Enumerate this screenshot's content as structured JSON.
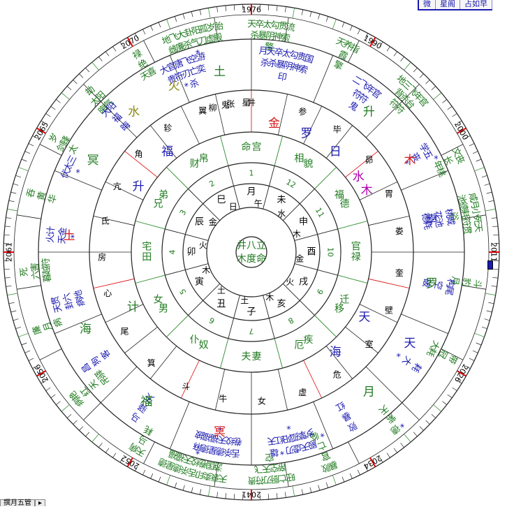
{
  "toolbar": {
    "items": [
      "微",
      "星阁",
      "占如早"
    ]
  },
  "status": {
    "items": [
      "撰月五管",
      "▸"
    ]
  },
  "colors": {
    "ring": "#222222",
    "green": "#1f7a1f",
    "blue": "#1a1ab0",
    "red": "#d81818",
    "purple": "#b000b0",
    "olive": "#8a8a10",
    "black": "#000000",
    "tick_red": "#e00000",
    "tick_green": "#2a8a2a"
  },
  "years": [
    {
      "label": "1976",
      "angle": 0
    },
    {
      "label": "1990",
      "angle": 30
    },
    {
      "label": "2000",
      "angle": 60
    },
    {
      "label": "2011",
      "angle": 90
    },
    {
      "label": "2026",
      "angle": 120
    },
    {
      "label": "2034",
      "angle": 150
    },
    {
      "label": "2041",
      "angle": 180
    },
    {
      "label": "2052",
      "angle": 210
    },
    {
      "label": "2056",
      "angle": 240
    },
    {
      "label": "2061",
      "angle": 270
    },
    {
      "label": "2065",
      "angle": 300
    },
    {
      "label": "2070",
      "angle": 330
    }
  ],
  "outer_sectors": [
    {
      "a": 5,
      "lines": [
        "天卒太勾贯流",
        "杀暴阴神索",
        "擎"
      ]
    },
    {
      "a": 25,
      "lines": [
        "天养指",
        "霞",
        "擎"
      ]
    },
    {
      "a": 45,
      "lines": [
        "地三飞年官",
        "背杀台",
        "符符"
      ]
    },
    {
      "a": 65,
      "lines": [
        "文丧",
        "长",
        "*年桃"
      ]
    },
    {
      "a": 80,
      "lines": [
        "咸月小死天",
        "池德耗符贯",
        "浴"
      ]
    },
    {
      "a": 98,
      "lines": [
        "斗",
        "豹",
        "月"
      ]
    },
    {
      "a": 118,
      "lines": [
        "带",
        "冠",
        "大耗"
      ]
    },
    {
      "a": 140,
      "lines": [
        "*德",
        "紫",
        "天"
      ]
    },
    {
      "a": 160,
      "lines": [
        "暴败",
        "官",
        "亡",
        "*临"
      ]
    },
    {
      "a": 175,
      "lines": [
        "旺亡厨刃符贵",
        "帝空天飞",
        "空"
      ]
    },
    {
      "a": 195,
      "lines": [
        "天衰卖印舌杀德星德",
        "游国卷绞天福福",
        "*"
      ]
    },
    {
      "a": 210,
      "lines": [
        "天病",
        "马",
        "耗"
      ]
    },
    {
      "a": 230,
      "lines": [
        "病艳",
        "红",
        "天",
        "吊驿"
      ]
    },
    {
      "a": 250,
      "lines": [
        "廉",
        "月",
        "病"
      ]
    },
    {
      "a": 265,
      "lines": [
        "死",
        "六害",
        "暮越符"
      ]
    },
    {
      "a": 285,
      "lines": [
        "吞",
        "黄",
        "华"
      ]
    },
    {
      "a": 300,
      "lines": [
        "岁",
        "剑锋",
        "太"
      ]
    },
    {
      "a": 315,
      "lines": [
        "劫",
        "太阳",
        "晦气"
      ]
    },
    {
      "a": 330,
      "lines": [
        "禄",
        "绝",
        "天喜"
      ]
    },
    {
      "a": 345,
      "lines": [
        "地飞大卦阳孤岁胎",
        "雌廉杀气刀虚殿",
        "*"
      ]
    }
  ],
  "ring4_sectors": [
    {
      "a": 10,
      "lines": [
        "月天卒太勾贵国",
        "杀杀暴阴神索",
        "印"
      ]
    },
    {
      "a": 35,
      "lines": [
        "二飞年官",
        "符符",
        "鬼"
      ]
    },
    {
      "a": 60,
      "lines": [
        "学五",
        "丧",
        "*"
      ]
    },
    {
      "a": 80,
      "lines": [
        "桃咸",
        "花池",
        "德耗"
      ]
    },
    {
      "a": 100,
      "lines": [
        "构尾",
        "空",
        "破"
      ]
    },
    {
      "a": 125,
      "lines": [
        "耗",
        "大",
        "*"
      ]
    },
    {
      "a": 150,
      "lines": [
        "败",
        "暴",
        "红"
      ]
    },
    {
      "a": 168,
      "lines": [
        "殿天虚刃*雄",
        "岁擎孤阳红天",
        "*"
      ]
    },
    {
      "a": 190,
      "lines": [
        "舌杀德星德麻",
        "卷绞天福福披",
        "*"
      ]
    },
    {
      "a": 215,
      "lines": [
        "马",
        "驿",
        "天"
      ]
    },
    {
      "a": 235,
      "lines": [
        "昌",
        "狗",
        "客"
      ]
    },
    {
      "a": 255,
      "lines": [
        "天贯",
        "卦六",
        "病地"
      ]
    },
    {
      "a": 275,
      "lines": [
        "火计",
        "天金",
        "*"
      ]
    },
    {
      "a": 295,
      "lines": [
        "伏太三",
        "*"
      ]
    },
    {
      "a": 315,
      "lines": [
        "大阳",
        "福",
        "晦"
      ]
    },
    {
      "a": 340,
      "lines": [
        "大官唐飞空游",
        "贵符刃亡奕",
        "*杀"
      ]
    }
  ],
  "constellations": [
    {
      "a": 0,
      "label": "井"
    },
    {
      "a": 20,
      "label": "参"
    },
    {
      "a": 35,
      "label": "毕"
    },
    {
      "a": 52,
      "label": "昴"
    },
    {
      "a": 67,
      "label": "胃"
    },
    {
      "a": 82,
      "label": "娄"
    },
    {
      "a": 98,
      "label": "奎"
    },
    {
      "a": 113,
      "label": "壁"
    },
    {
      "a": 128,
      "label": "室"
    },
    {
      "a": 145,
      "label": "危"
    },
    {
      "a": 160,
      "label": "虚"
    },
    {
      "a": 176,
      "label": "女"
    },
    {
      "a": 191,
      "label": "牛"
    },
    {
      "a": 206,
      "label": "斗"
    },
    {
      "a": 222,
      "label": "箕"
    },
    {
      "a": 238,
      "label": "尾"
    },
    {
      "a": 254,
      "label": "心"
    },
    {
      "a": 268,
      "label": "房"
    },
    {
      "a": 282,
      "label": "氐"
    },
    {
      "a": 296,
      "label": "亢"
    },
    {
      "a": 311,
      "label": "角"
    },
    {
      "a": 326,
      "label": "轸"
    },
    {
      "a": 341,
      "label": "翼"
    },
    {
      "a": 352,
      "label": "张"
    },
    {
      "a": 358,
      "label": "星"
    },
    {
      "a": 345,
      "label": "柳"
    },
    {
      "a": 350,
      "label": "鬼"
    }
  ],
  "planets": [
    {
      "a": 40,
      "label": "升",
      "c": "green"
    },
    {
      "a": 60,
      "label": "木",
      "c": "red"
    },
    {
      "a": 80,
      "label": "孛",
      "c": "blue"
    },
    {
      "a": 100,
      "label": "罗",
      "c": "green"
    },
    {
      "a": 120,
      "label": "天",
      "c": "blue"
    },
    {
      "a": 140,
      "label": "月",
      "c": "green"
    },
    {
      "a": 190,
      "label": "冥",
      "c": "red"
    },
    {
      "a": 215,
      "label": "福",
      "c": "green"
    },
    {
      "a": 245,
      "label": "海",
      "c": "green"
    },
    {
      "a": 275,
      "label": "土",
      "c": "red"
    },
    {
      "a": 300,
      "label": "冥",
      "c": "green"
    },
    {
      "a": 320,
      "label": "水",
      "c": "olive"
    },
    {
      "a": 335,
      "label": "火",
      "c": "olive"
    },
    {
      "a": 350,
      "label": "土",
      "c": "green"
    }
  ],
  "inner_planets": [
    {
      "a": 10,
      "label": "金",
      "c": "red"
    },
    {
      "a": 25,
      "label": "罗",
      "c": "blue"
    },
    {
      "a": 40,
      "label": "日",
      "c": "blue"
    },
    {
      "a": 55,
      "label": "水",
      "c": "purple"
    },
    {
      "a": 62,
      "label": "木",
      "c": "purple"
    },
    {
      "a": 120,
      "label": "天",
      "c": "blue"
    },
    {
      "a": 140,
      "label": "海",
      "c": "blue"
    },
    {
      "a": 245,
      "label": "计",
      "c": "green"
    },
    {
      "a": 300,
      "label": "升",
      "c": "blue"
    },
    {
      "a": 320,
      "label": "福",
      "c": "blue"
    }
  ],
  "houses": [
    {
      "a": 0,
      "label": "命宫"
    },
    {
      "a": 30,
      "label": "相貌"
    },
    {
      "a": 60,
      "label": "福德"
    },
    {
      "a": 90,
      "label": "官禄"
    },
    {
      "a": 120,
      "label": "迁移"
    },
    {
      "a": 150,
      "label": "疾厄"
    },
    {
      "a": 180,
      "label": "妻夫"
    },
    {
      "a": 210,
      "label": "奴仆"
    },
    {
      "a": 240,
      "label": "男女"
    },
    {
      "a": 270,
      "label": "田宅"
    },
    {
      "a": 300,
      "label": "兄弟"
    },
    {
      "a": 330,
      "label": "财帛"
    }
  ],
  "house_numbers": [
    "1",
    "12",
    "11",
    "10",
    "9",
    "8",
    "7",
    "6",
    "5",
    "4",
    "3",
    "2"
  ],
  "branches": [
    {
      "a": 0,
      "label": "月"
    },
    {
      "a": 30,
      "label": "未"
    },
    {
      "a": 60,
      "label": "申"
    },
    {
      "a": 90,
      "label": "酉"
    },
    {
      "a": 120,
      "label": "戌"
    },
    {
      "a": 150,
      "label": "亥"
    },
    {
      "a": 180,
      "label": "子"
    },
    {
      "a": 210,
      "label": "丑"
    },
    {
      "a": 240,
      "label": "寅"
    },
    {
      "a": 270,
      "label": "卯"
    },
    {
      "a": 300,
      "label": "辰"
    },
    {
      "a": 330,
      "label": "巳"
    }
  ],
  "elements": [
    {
      "a": 0,
      "label": "午"
    },
    {
      "a": 30,
      "label": "水"
    },
    {
      "a": 60,
      "label": "木"
    },
    {
      "a": 90,
      "label": "金"
    },
    {
      "a": 120,
      "label": "火"
    },
    {
      "a": 150,
      "label": "木"
    },
    {
      "a": 180,
      "label": "土"
    },
    {
      "a": 210,
      "label": "土"
    },
    {
      "a": 240,
      "label": "木"
    },
    {
      "a": 270,
      "label": "火"
    },
    {
      "a": 300,
      "label": "金"
    },
    {
      "a": 330,
      "label": "日"
    }
  ],
  "center": {
    "line1": "井八立",
    "line2": "木度命"
  }
}
